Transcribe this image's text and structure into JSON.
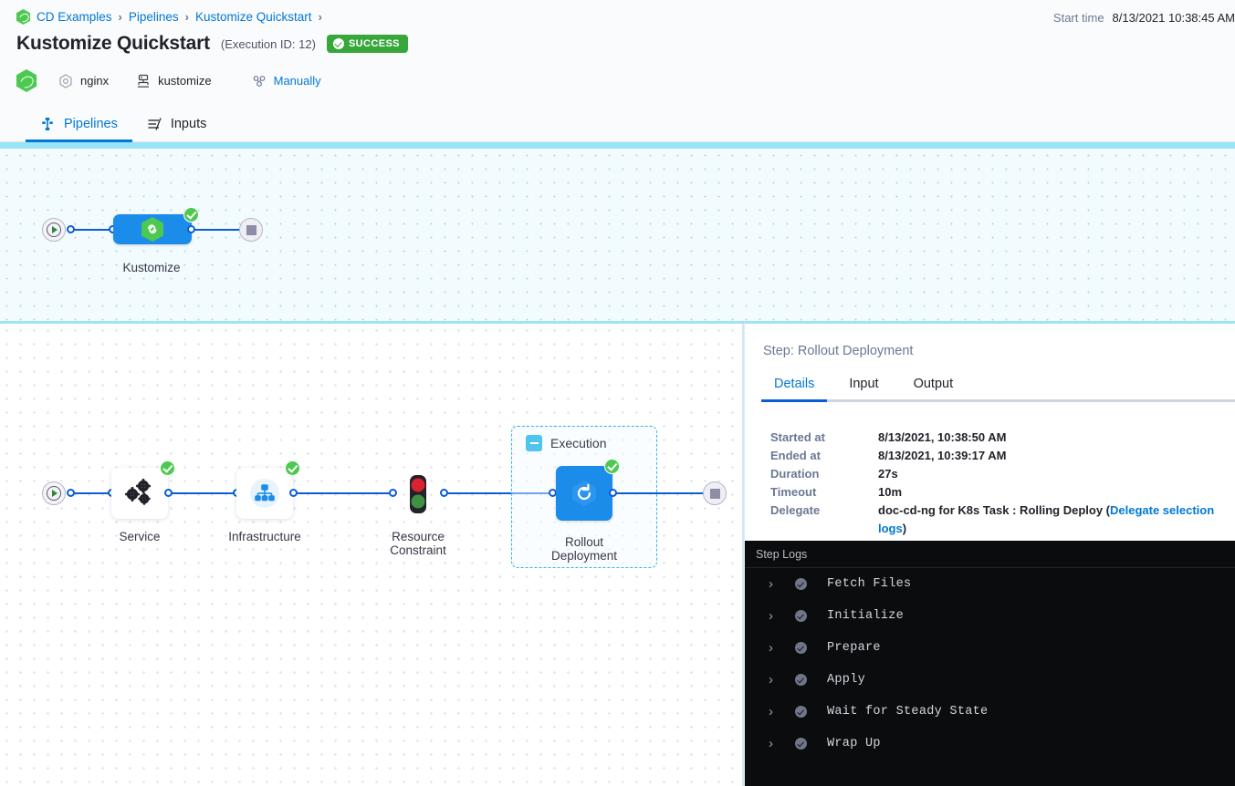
{
  "header": {
    "breadcrumb": [
      {
        "label": "CD Examples",
        "icon": "harness-hex-logo-icon"
      },
      {
        "label": "Pipelines"
      },
      {
        "label": "Kustomize Quickstart"
      }
    ],
    "title": "Kustomize Quickstart",
    "execution_id": "(Execution ID: 12)",
    "status_badge": "SUCCESS",
    "status_color": "#38a73b",
    "meta": {
      "service": "nginx",
      "infrastructure": "kustomize",
      "trigger": "Manually"
    },
    "start_time_label": "Start time",
    "start_time_value": "8/13/2021 10:38:45 AM"
  },
  "tabs": [
    {
      "label": "Pipelines",
      "icon": "pipeline-icon",
      "active": true
    },
    {
      "label": "Inputs",
      "icon": "inputs-icon",
      "active": false
    }
  ],
  "pipeline_graph": {
    "stage_label": "Kustomize",
    "status": "success"
  },
  "stage_bar": {
    "stage_name": "Kustomize",
    "segments": [
      "Infrastructure",
      "Execution"
    ]
  },
  "execution_graph": {
    "nodes": [
      {
        "label": "Service",
        "icon": "service-cogs-icon",
        "status": "success"
      },
      {
        "label": "Infrastructure",
        "icon": "infrastructure-hierarchy-icon",
        "status": "success"
      },
      {
        "label": "Resource\nConstraint",
        "icon": "traffic-light-icon",
        "status": "none"
      },
      {
        "label": "Rollout\nDeployment",
        "icon": "rollout-refresh-icon",
        "status": "success"
      }
    ],
    "group": {
      "label": "Execution"
    },
    "node_labels": {
      "service": "Service",
      "infrastructure": "Infrastructure",
      "resource_constraint_line1": "Resource",
      "resource_constraint_line2": "Constraint",
      "rollout_line1": "Rollout",
      "rollout_line2": "Deployment"
    }
  },
  "right_panel": {
    "step_title": "Step: Rollout Deployment",
    "tabs": [
      {
        "label": "Details",
        "active": true
      },
      {
        "label": "Input",
        "active": false
      },
      {
        "label": "Output",
        "active": false
      }
    ],
    "details": [
      {
        "key": "Started at",
        "value": "8/13/2021, 10:38:50 AM"
      },
      {
        "key": "Ended at",
        "value": "8/13/2021, 10:39:17 AM"
      },
      {
        "key": "Duration",
        "value": "27s"
      },
      {
        "key": "Timeout",
        "value": "10m"
      }
    ],
    "delegate": {
      "key": "Delegate",
      "value_prefix": "doc-cd-ng for K8s Task : Rolling Deploy (",
      "link": "Delegate selection logs",
      "value_suffix": ")"
    },
    "logs": {
      "header": "Step Logs",
      "rows": [
        {
          "label": "Fetch Files",
          "status": "success"
        },
        {
          "label": "Initialize",
          "status": "success"
        },
        {
          "label": "Prepare",
          "status": "success"
        },
        {
          "label": "Apply",
          "status": "success"
        },
        {
          "label": "Wait for Steady State",
          "status": "success"
        },
        {
          "label": "Wrap Up",
          "status": "success"
        }
      ]
    }
  },
  "colors": {
    "accent_blue": "#0278d5",
    "node_blue": "#1c8ceb",
    "success_green": "#4dc952",
    "edge_blue": "#0b5cd7",
    "canvas_top_bg": "#f2fbfe",
    "logs_bg": "#0b0c0e"
  }
}
